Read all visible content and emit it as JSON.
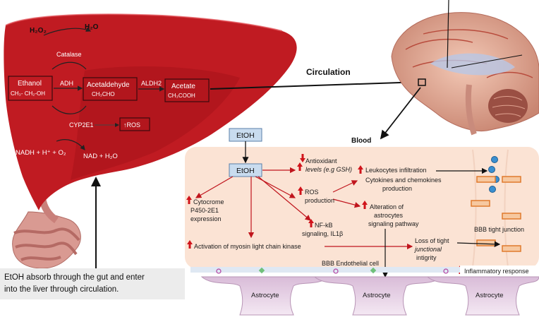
{
  "liver": {
    "h2o2": "H₂O₂",
    "h2o": "H₂O",
    "catalase": "Catalase",
    "ethanol": "Ethanol",
    "ethanol_formula": "CH₃- CH₂-OH",
    "adh": "ADH",
    "acetaldehyde": "Acetaldehyde",
    "acetaldehyde_formula": "CH₃CHO",
    "aldh2": "ALDH2",
    "acetate": "Acetate",
    "acetate_formula": "CH₃COOH",
    "cyp2e1": "CYP2E1",
    "ros": "↑ROS",
    "nadh": "NADH + H⁺ + O₂",
    "nad": "NAD + H₂O"
  },
  "labels": {
    "circulation": "Circulation",
    "blood": "Blood",
    "gut_caption_line1": "EtOH absorb through the gut and enter",
    "gut_caption_line2": "into the liver through circulation."
  },
  "panel": {
    "etoh_top": "EtOH",
    "etoh_center": "EtOH",
    "antioxidant_line1": "Antioxidant",
    "antioxidant_line2": "levels (e.g GSH)",
    "leukocytes": "Leukocytes infiltration",
    "cytokines_line1": "Cytokines and chemokines",
    "cytokines_line2": "production",
    "ros_line1": "ROS",
    "ros_line2": "production",
    "astro_alt_line1": "Alteration of",
    "astro_alt_line2": "astrocytes",
    "astro_alt_line3": "signaling pathway",
    "cyto_line1": "Cytocrome",
    "cyto_line2": "P450-2E1",
    "cyto_line3": "expression",
    "nfkb_line1": "NF-kB",
    "nfkb_line2": "signaling, IL1β",
    "myosin": "Activation of myosin light chain kinase",
    "loss_line1": "Loss of tight",
    "loss_line2": "junctional",
    "loss_line3": "intigrity",
    "bbb_tight": "BBB tight junction",
    "bbb_endo": "BBB Endothelial cell",
    "inflammatory": "Inflammatory response",
    "astrocyte1": "Astrocyte",
    "astrocyte2": "Astrocyte",
    "astrocyte3": "Astrocyte"
  },
  "colors": {
    "liver": "#c01b22",
    "liver_dark": "#8e0f16",
    "panel": "#fbe3d4",
    "up_arrow": "#d0141b",
    "etoh_box": "#c9dcef",
    "junction": "#e07a2d",
    "astrocyte": "#e3cde2"
  },
  "icons": [
    "brain-icon",
    "intestine-icon",
    "liver-icon",
    "blood-cell-icon"
  ]
}
